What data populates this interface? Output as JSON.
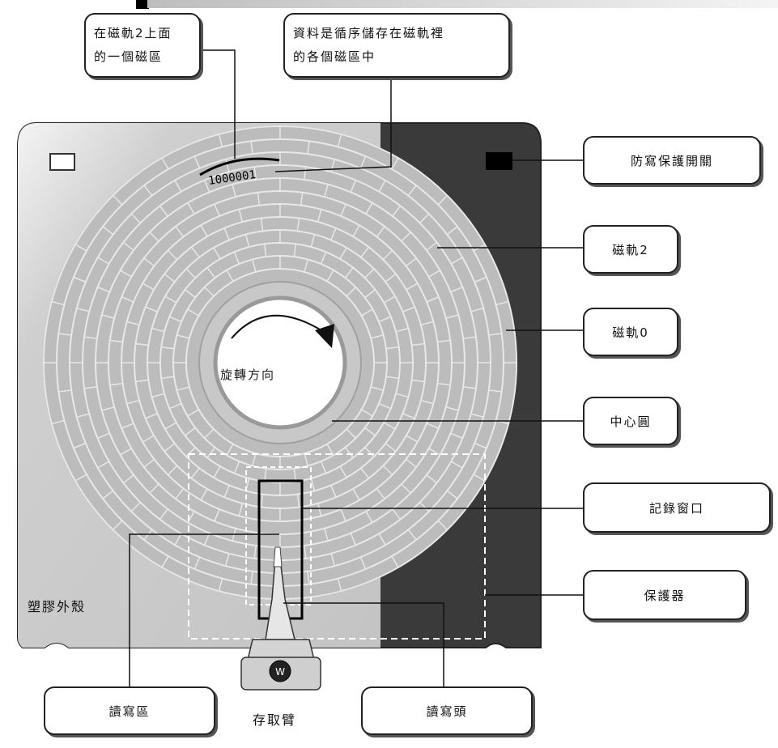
{
  "callouts": {
    "sector_on_track2": "在磁軌2上面\n的一個磁區",
    "data_stored": "資料是循序儲存在磁軌裡\n的各個磁區中",
    "write_protect": "防寫保護開關",
    "track2": "磁軌2",
    "track0": "磁軌0",
    "center_circle": "中心圓",
    "record_window": "記錄窗口",
    "shutter": "保護器",
    "read_write_area": "讀寫區",
    "read_write_head": "讀寫頭"
  },
  "labels": {
    "plastic_case": "塑膠外殼",
    "spin_direction": "旋轉方向",
    "access_arm": "存取臂",
    "sector_data": "1000001"
  },
  "colors": {
    "case_light": "#c9c9c9",
    "case_dark": "#3a3a3a",
    "disk": "#bcbcbc",
    "track_line": "#e8e8e8"
  }
}
